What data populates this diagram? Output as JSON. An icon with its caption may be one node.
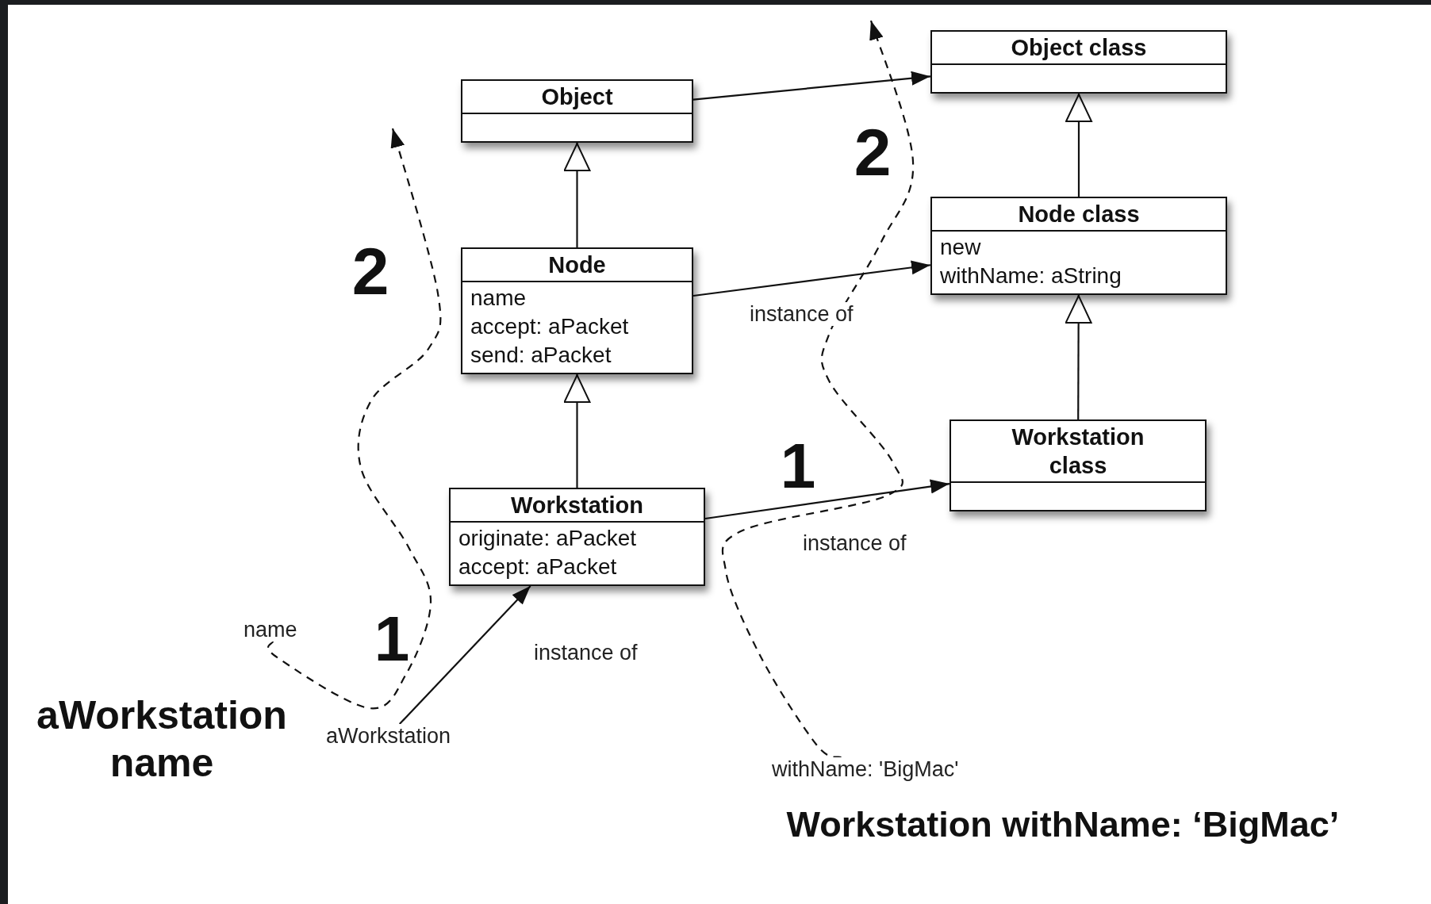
{
  "diagram": {
    "nodes": [
      {
        "text": [
          "Object"
        ]
      },
      {
        "text": [
          "Object class"
        ]
      },
      {
        "text": [
          "Node",
          "name",
          "accept: aPacket",
          "send: aPacket"
        ]
      },
      {
        "text": [
          "Node class",
          "new",
          "withName: aString"
        ]
      },
      {
        "text": [
          "Workstation",
          "originate: aPacket",
          "accept: aPacket"
        ]
      },
      {
        "text": [
          "Workstation class"
        ]
      },
      {
        "text": [
          "name"
        ]
      },
      {
        "text": [
          "aWorkstation"
        ]
      },
      {
        "text": [
          "withName: 'BigMac'"
        ]
      }
    ],
    "edges": [
      {
        "from": 0,
        "to": 1,
        "arrow": "to"
      },
      {
        "from": 2,
        "to": 0,
        "arrow": "to"
      },
      {
        "from": 2,
        "to": 3,
        "arrow": "to",
        "label": "instance of"
      },
      {
        "from": 3,
        "to": 1,
        "arrow": "to"
      },
      {
        "from": 4,
        "to": 2,
        "arrow": "to"
      },
      {
        "from": 4,
        "to": 5,
        "arrow": "to",
        "label": "instance of"
      },
      {
        "from": 5,
        "to": 3,
        "arrow": "to"
      },
      {
        "from": 7,
        "to": 4,
        "arrow": "to",
        "label": "instance of"
      },
      {
        "from": 6,
        "to": null,
        "arrow": "to",
        "style": "dashed"
      },
      {
        "from": 8,
        "to": null,
        "arrow": "to",
        "style": "dashed"
      }
    ],
    "labels": [
      "2",
      "2",
      "1",
      "1",
      "aWorkstation name",
      "Workstation withName: ‘BigMac’"
    ]
  }
}
